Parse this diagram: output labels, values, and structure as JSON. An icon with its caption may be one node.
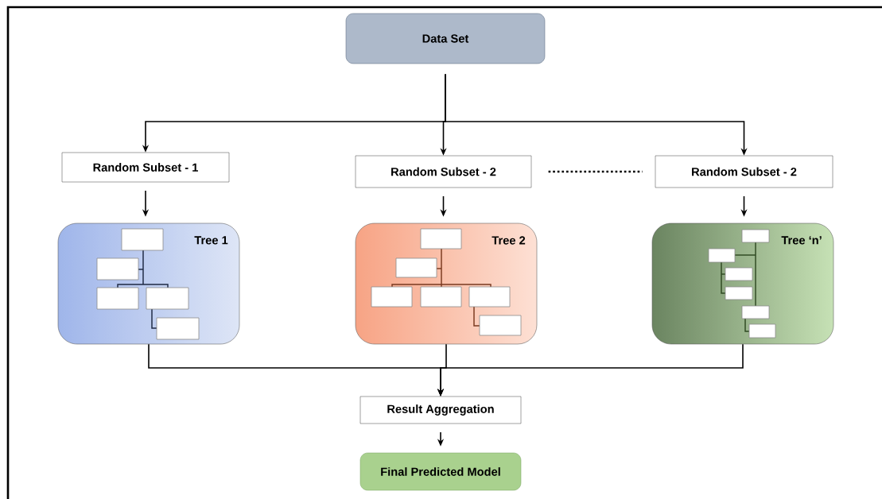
{
  "diagram": {
    "nodes": [
      {
        "text": [
          "Data Set"
        ]
      },
      {
        "text": [
          "Random Subset - 1"
        ]
      },
      {
        "text": [
          "Random Subset - 2"
        ]
      },
      {
        "text": [
          "Random Subset - 2"
        ]
      },
      {
        "text": [
          "Tree 1"
        ]
      },
      {
        "text": [
          "Tree 2"
        ]
      },
      {
        "text": [
          "Tree ‘n’"
        ]
      },
      {
        "text": [
          "Result Aggregation"
        ]
      },
      {
        "text": [
          "Final Predicted Model"
        ]
      }
    ],
    "edges": [
      {
        "from": 0,
        "to": 1,
        "arrow": "to"
      },
      {
        "from": 0,
        "to": 2,
        "arrow": "to"
      },
      {
        "from": 0,
        "to": 3,
        "arrow": "to"
      },
      {
        "from": 2,
        "to": 3,
        "arrow": "none",
        "style": "dashed"
      },
      {
        "from": 1,
        "to": 4,
        "arrow": "to"
      },
      {
        "from": 2,
        "to": 5,
        "arrow": "to"
      },
      {
        "from": 3,
        "to": 6,
        "arrow": "to"
      },
      {
        "from": 4,
        "to": 7,
        "arrow": "to"
      },
      {
        "from": 5,
        "to": 7,
        "arrow": "to"
      },
      {
        "from": 6,
        "to": 7,
        "arrow": "to"
      },
      {
        "from": 7,
        "to": 8,
        "arrow": "to"
      }
    ]
  }
}
